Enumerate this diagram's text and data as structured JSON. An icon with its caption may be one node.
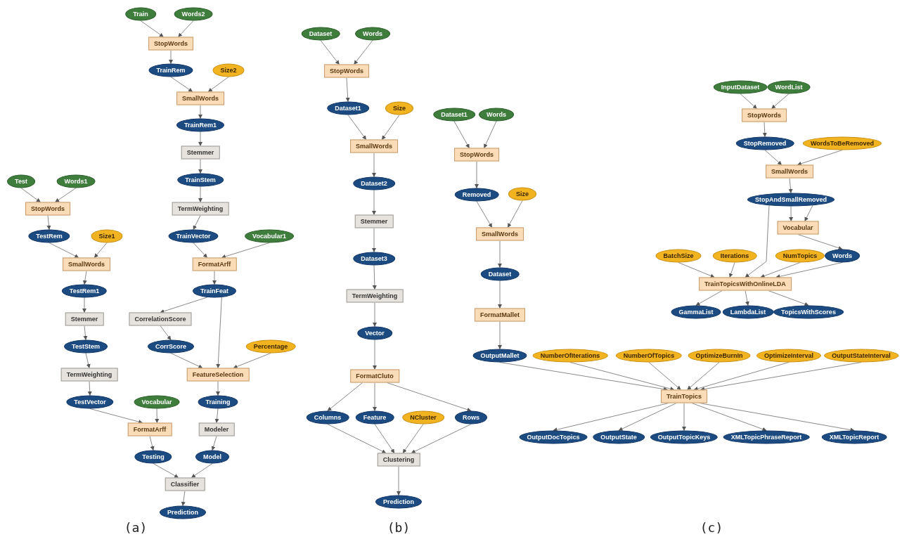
{
  "diagram": {
    "nodes": [
      {
        "text": [
          "Train"
        ]
      },
      {
        "text": [
          "Words2"
        ]
      },
      {
        "text": [
          "StopWords"
        ]
      },
      {
        "text": [
          "TrainRem"
        ]
      },
      {
        "text": [
          "Size2"
        ]
      },
      {
        "text": [
          "SmallWords"
        ]
      },
      {
        "text": [
          "TrainRem1"
        ]
      },
      {
        "text": [
          "Stemmer"
        ]
      },
      {
        "text": [
          "TrainStem"
        ]
      },
      {
        "text": [
          "TermWeighting"
        ]
      },
      {
        "text": [
          "TrainVector"
        ]
      },
      {
        "text": [
          "Vocabular1"
        ]
      },
      {
        "text": [
          "FormatArff"
        ]
      },
      {
        "text": [
          "TrainFeat"
        ]
      },
      {
        "text": [
          "CorrelationScore"
        ]
      },
      {
        "text": [
          "CorrScore"
        ]
      },
      {
        "text": [
          "Percentage"
        ]
      },
      {
        "text": [
          "FeatureSelection"
        ]
      },
      {
        "text": [
          "Training"
        ]
      },
      {
        "text": [
          "Modeler"
        ]
      },
      {
        "text": [
          "Model"
        ]
      },
      {
        "text": [
          "Test"
        ]
      },
      {
        "text": [
          "Words1"
        ]
      },
      {
        "text": [
          "StopWords"
        ]
      },
      {
        "text": [
          "TestRem"
        ]
      },
      {
        "text": [
          "Size1"
        ]
      },
      {
        "text": [
          "SmallWords"
        ]
      },
      {
        "text": [
          "TestRem1"
        ]
      },
      {
        "text": [
          "Stemmer"
        ]
      },
      {
        "text": [
          "TestStem"
        ]
      },
      {
        "text": [
          "TermWeighting"
        ]
      },
      {
        "text": [
          "TestVector"
        ]
      },
      {
        "text": [
          "Vocabular"
        ]
      },
      {
        "text": [
          "FormatArff"
        ]
      },
      {
        "text": [
          "Testing"
        ]
      },
      {
        "text": [
          "Classifier"
        ]
      },
      {
        "text": [
          "Prediction"
        ]
      },
      {
        "text": [
          "Dataset"
        ]
      },
      {
        "text": [
          "Words"
        ]
      },
      {
        "text": [
          "StopWords"
        ]
      },
      {
        "text": [
          "Dataset1"
        ]
      },
      {
        "text": [
          "Size"
        ]
      },
      {
        "text": [
          "SmallWords"
        ]
      },
      {
        "text": [
          "Dataset2"
        ]
      },
      {
        "text": [
          "Stemmer"
        ]
      },
      {
        "text": [
          "Dataset3"
        ]
      },
      {
        "text": [
          "TermWeighting"
        ]
      },
      {
        "text": [
          "Vector"
        ]
      },
      {
        "text": [
          "FormatCluto"
        ]
      },
      {
        "text": [
          "Columns"
        ]
      },
      {
        "text": [
          "Feature"
        ]
      },
      {
        "text": [
          "NCluster"
        ]
      },
      {
        "text": [
          "Rows"
        ]
      },
      {
        "text": [
          "Clustering"
        ]
      },
      {
        "text": [
          "Prediction"
        ]
      },
      {
        "text": [
          "Dataset1"
        ]
      },
      {
        "text": [
          "Words"
        ]
      },
      {
        "text": [
          "StopWords"
        ]
      },
      {
        "text": [
          "Removed"
        ]
      },
      {
        "text": [
          "Size"
        ]
      },
      {
        "text": [
          "SmallWords"
        ]
      },
      {
        "text": [
          "Dataset"
        ]
      },
      {
        "text": [
          "FormatMallet"
        ]
      },
      {
        "text": [
          "OutputMallet"
        ]
      },
      {
        "text": [
          "InputDataset"
        ]
      },
      {
        "text": [
          "WordList"
        ]
      },
      {
        "text": [
          "StopWords"
        ]
      },
      {
        "text": [
          "StopRemoved"
        ]
      },
      {
        "text": [
          "WordsToBeRemoved"
        ]
      },
      {
        "text": [
          "SmallWords"
        ]
      },
      {
        "text": [
          "StopAndSmallRemoved"
        ]
      },
      {
        "text": [
          "Vocabular"
        ]
      },
      {
        "text": [
          "BatchSize"
        ]
      },
      {
        "text": [
          "Iterations"
        ]
      },
      {
        "text": [
          "NumTopics"
        ]
      },
      {
        "text": [
          "Words"
        ]
      },
      {
        "text": [
          "TrainTopicsWithOnlineLDA"
        ]
      },
      {
        "text": [
          "GammaList"
        ]
      },
      {
        "text": [
          "LambdaList"
        ]
      },
      {
        "text": [
          "TopicsWithScores"
        ]
      },
      {
        "text": [
          "NumberOfIterations"
        ]
      },
      {
        "text": [
          "NumberOfTopics"
        ]
      },
      {
        "text": [
          "OptimizeBurnIn"
        ]
      },
      {
        "text": [
          "OptimizeInterval"
        ]
      },
      {
        "text": [
          "OutputStateInterval"
        ]
      },
      {
        "text": [
          "TrainTopics"
        ]
      },
      {
        "text": [
          "OutputDocTopics"
        ]
      },
      {
        "text": [
          "OutputState"
        ]
      },
      {
        "text": [
          "OutputTopicKeys"
        ]
      },
      {
        "text": [
          "XMLTopicPhraseReport"
        ]
      },
      {
        "text": [
          "XMLTopicReport"
        ]
      }
    ],
    "edges": [
      {
        "from": 0,
        "to": 2,
        "arrow": "to"
      },
      {
        "from": 1,
        "to": 2,
        "arrow": "to"
      },
      {
        "from": 2,
        "to": 3,
        "arrow": "to"
      },
      {
        "from": 3,
        "to": 5,
        "arrow": "to"
      },
      {
        "from": 4,
        "to": 5,
        "arrow": "to"
      },
      {
        "from": 5,
        "to": 6,
        "arrow": "to"
      },
      {
        "from": 6,
        "to": 7,
        "arrow": "to"
      },
      {
        "from": 7,
        "to": 8,
        "arrow": "to"
      },
      {
        "from": 8,
        "to": 9,
        "arrow": "to"
      },
      {
        "from": 9,
        "to": 10,
        "arrow": "to"
      },
      {
        "from": 10,
        "to": 12,
        "arrow": "to"
      },
      {
        "from": 11,
        "to": 12,
        "arrow": "to"
      },
      {
        "from": 12,
        "to": 13,
        "arrow": "to"
      },
      {
        "from": 13,
        "to": 14,
        "arrow": "to"
      },
      {
        "from": 13,
        "to": 17,
        "arrow": "to"
      },
      {
        "from": 14,
        "to": 15,
        "arrow": "to"
      },
      {
        "from": 15,
        "to": 17,
        "arrow": "to"
      },
      {
        "from": 16,
        "to": 17,
        "arrow": "to"
      },
      {
        "from": 17,
        "to": 18,
        "arrow": "to"
      },
      {
        "from": 18,
        "to": 19,
        "arrow": "to"
      },
      {
        "from": 19,
        "to": 20,
        "arrow": "to"
      },
      {
        "from": 20,
        "to": 35,
        "arrow": "to"
      },
      {
        "from": 21,
        "to": 23,
        "arrow": "to"
      },
      {
        "from": 22,
        "to": 23,
        "arrow": "to"
      },
      {
        "from": 23,
        "to": 24,
        "arrow": "to"
      },
      {
        "from": 24,
        "to": 26,
        "arrow": "to"
      },
      {
        "from": 25,
        "to": 26,
        "arrow": "to"
      },
      {
        "from": 26,
        "to": 27,
        "arrow": "to"
      },
      {
        "from": 27,
        "to": 28,
        "arrow": "to"
      },
      {
        "from": 28,
        "to": 29,
        "arrow": "to"
      },
      {
        "from": 29,
        "to": 30,
        "arrow": "to"
      },
      {
        "from": 30,
        "to": 31,
        "arrow": "to"
      },
      {
        "from": 31,
        "to": 33,
        "arrow": "to"
      },
      {
        "from": 32,
        "to": 33,
        "arrow": "to"
      },
      {
        "from": 33,
        "to": 34,
        "arrow": "to"
      },
      {
        "from": 34,
        "to": 35,
        "arrow": "to"
      },
      {
        "from": 35,
        "to": 36,
        "arrow": "to"
      },
      {
        "from": 37,
        "to": 39,
        "arrow": "to"
      },
      {
        "from": 38,
        "to": 39,
        "arrow": "to"
      },
      {
        "from": 39,
        "to": 40,
        "arrow": "to"
      },
      {
        "from": 40,
        "to": 42,
        "arrow": "to"
      },
      {
        "from": 41,
        "to": 42,
        "arrow": "to"
      },
      {
        "from": 42,
        "to": 43,
        "arrow": "to"
      },
      {
        "from": 43,
        "to": 44,
        "arrow": "to"
      },
      {
        "from": 44,
        "to": 45,
        "arrow": "to"
      },
      {
        "from": 45,
        "to": 46,
        "arrow": "to"
      },
      {
        "from": 46,
        "to": 47,
        "arrow": "to"
      },
      {
        "from": 47,
        "to": 48,
        "arrow": "to"
      },
      {
        "from": 48,
        "to": 49,
        "arrow": "to"
      },
      {
        "from": 48,
        "to": 50,
        "arrow": "to"
      },
      {
        "from": 48,
        "to": 52,
        "arrow": "to"
      },
      {
        "from": 49,
        "to": 53,
        "arrow": "to"
      },
      {
        "from": 50,
        "to": 53,
        "arrow": "to"
      },
      {
        "from": 51,
        "to": 53,
        "arrow": "to"
      },
      {
        "from": 52,
        "to": 53,
        "arrow": "to"
      },
      {
        "from": 53,
        "to": 54,
        "arrow": "to"
      },
      {
        "from": 55,
        "to": 57,
        "arrow": "to"
      },
      {
        "from": 56,
        "to": 57,
        "arrow": "to"
      },
      {
        "from": 57,
        "to": 58,
        "arrow": "to"
      },
      {
        "from": 58,
        "to": 60,
        "arrow": "to"
      },
      {
        "from": 59,
        "to": 60,
        "arrow": "to"
      },
      {
        "from": 60,
        "to": 61,
        "arrow": "to"
      },
      {
        "from": 61,
        "to": 62,
        "arrow": "to"
      },
      {
        "from": 62,
        "to": 63,
        "arrow": "to"
      },
      {
        "from": 63,
        "to": 85,
        "arrow": "to"
      },
      {
        "from": 64,
        "to": 66,
        "arrow": "to"
      },
      {
        "from": 65,
        "to": 66,
        "arrow": "to"
      },
      {
        "from": 66,
        "to": 67,
        "arrow": "to"
      },
      {
        "from": 67,
        "to": 69,
        "arrow": "to"
      },
      {
        "from": 68,
        "to": 69,
        "arrow": "to"
      },
      {
        "from": 69,
        "to": 70,
        "arrow": "to"
      },
      {
        "from": 70,
        "to": 71,
        "arrow": "to"
      },
      {
        "from": 70,
        "to": 71,
        "arrow": "to"
      },
      {
        "from": 70,
        "to": 76,
        "arrow": "to"
      },
      {
        "from": 71,
        "to": 75,
        "arrow": "to"
      },
      {
        "from": 72,
        "to": 76,
        "arrow": "to"
      },
      {
        "from": 73,
        "to": 76,
        "arrow": "to"
      },
      {
        "from": 74,
        "to": 76,
        "arrow": "to"
      },
      {
        "from": 75,
        "to": 76,
        "arrow": "to"
      },
      {
        "from": 76,
        "to": 77,
        "arrow": "to"
      },
      {
        "from": 76,
        "to": 78,
        "arrow": "to"
      },
      {
        "from": 76,
        "to": 79,
        "arrow": "to"
      },
      {
        "from": 80,
        "to": 85,
        "arrow": "to"
      },
      {
        "from": 81,
        "to": 85,
        "arrow": "to"
      },
      {
        "from": 82,
        "to": 85,
        "arrow": "to"
      },
      {
        "from": 83,
        "to": 85,
        "arrow": "to"
      },
      {
        "from": 84,
        "to": 85,
        "arrow": "to"
      },
      {
        "from": 85,
        "to": 86,
        "arrow": "to"
      },
      {
        "from": 85,
        "to": 87,
        "arrow": "to"
      },
      {
        "from": 85,
        "to": 88,
        "arrow": "to"
      },
      {
        "from": 85,
        "to": 89,
        "arrow": "to"
      },
      {
        "from": 85,
        "to": 90,
        "arrow": "to"
      }
    ],
    "labels": [
      "(a)",
      "(b)",
      "(c)"
    ]
  }
}
